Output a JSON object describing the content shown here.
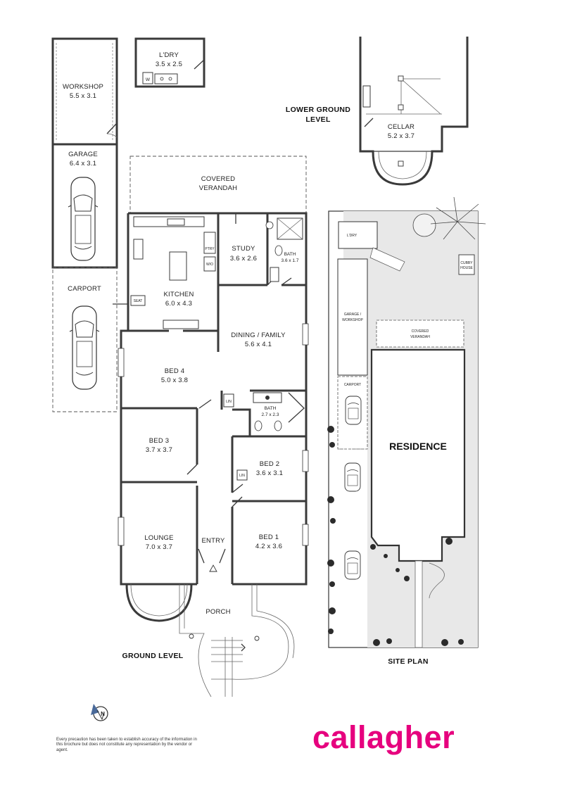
{
  "ground_level": {
    "label": "GROUND LEVEL",
    "rooms": {
      "workshop": {
        "name": "WORKSHOP",
        "size": "5.5 x 3.1"
      },
      "laundry": {
        "name": "L'DRY",
        "size": "3.5 x 2.5"
      },
      "garage": {
        "name": "GARAGE",
        "size": "6.4 x 3.1"
      },
      "carport": {
        "name": "CARPORT"
      },
      "covered_verandah": {
        "line1": "COVERED",
        "line2": "VERANDAH"
      },
      "kitchen": {
        "name": "KITCHEN",
        "size": "6.0 x 4.3"
      },
      "study": {
        "name": "STUDY",
        "size": "3.6 x 2.6"
      },
      "bath_upper": {
        "name": "BATH",
        "size": "3.6 x 1.7"
      },
      "dining_family": {
        "name": "DINING / FAMILY",
        "size": "5.6 x 4.1"
      },
      "bed4": {
        "name": "BED 4",
        "size": "5.0 x 3.8"
      },
      "bath_lower": {
        "name": "BATH",
        "size": "2.7 x 2.3"
      },
      "bed3": {
        "name": "BED 3",
        "size": "3.7 x 3.7"
      },
      "bed2": {
        "name": "BED 2",
        "size": "3.6 x 3.1"
      },
      "lounge": {
        "name": "LOUNGE",
        "size": "7.0 x 3.7"
      },
      "entry": {
        "name": "ENTRY"
      },
      "bed1": {
        "name": "BED 1",
        "size": "4.2 x 3.6"
      },
      "porch": {
        "name": "PORCH"
      }
    },
    "fixtures": {
      "pantry": "PTRY",
      "wine": "W/O",
      "seat": "SEAT",
      "linen": "LIN",
      "washer": "W"
    }
  },
  "lower_ground_level": {
    "label_line1": "LOWER GROUND",
    "label_line2": "LEVEL",
    "cellar": {
      "name": "CELLAR",
      "size": "5.2 x 3.7"
    }
  },
  "site_plan": {
    "label": "SITE PLAN",
    "residence": "RESIDENCE",
    "laundry": "L'DRY",
    "cubby_line1": "CUBBY",
    "cubby_line2": "HOUSE",
    "garage_workshop_line1": "GARAGE /",
    "garage_workshop_line2": "WORKSHOP",
    "carport": "CARPORT",
    "verandah_line1": "COVERED",
    "verandah_line2": "VERANDAH"
  },
  "compass": {
    "letter": "N"
  },
  "disclaimer": "Every precaution has been taken to establish accuracy of the information in this brochure but does not constitute any representation by the vendor or agent.",
  "brand": {
    "name": "callagher",
    "color": "#e6007e"
  },
  "colors": {
    "wall": "#3a3a3a",
    "site_fill": "#e8e8e8"
  }
}
